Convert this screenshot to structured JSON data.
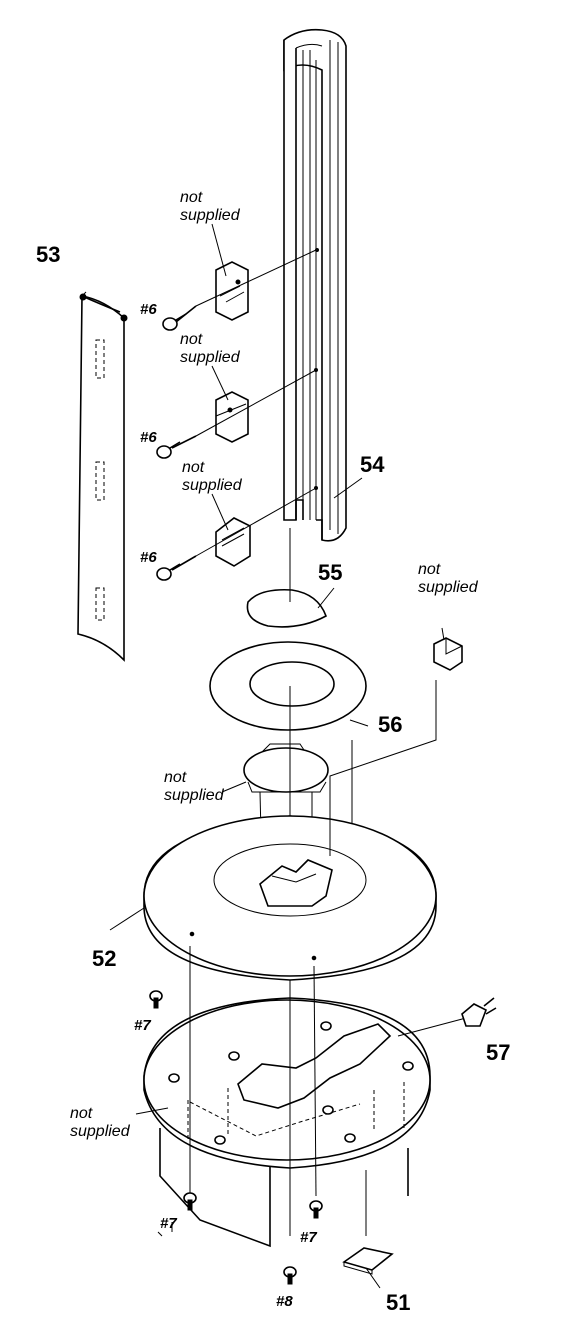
{
  "parts": {
    "p51": "51",
    "p52": "52",
    "p53": "53",
    "p54": "54",
    "p55": "55",
    "p56": "56",
    "p57": "57"
  },
  "screws": {
    "s6": "#6",
    "s7": "#7",
    "s8": "#8"
  },
  "notes": {
    "not": "not",
    "supplied": "supplied"
  }
}
